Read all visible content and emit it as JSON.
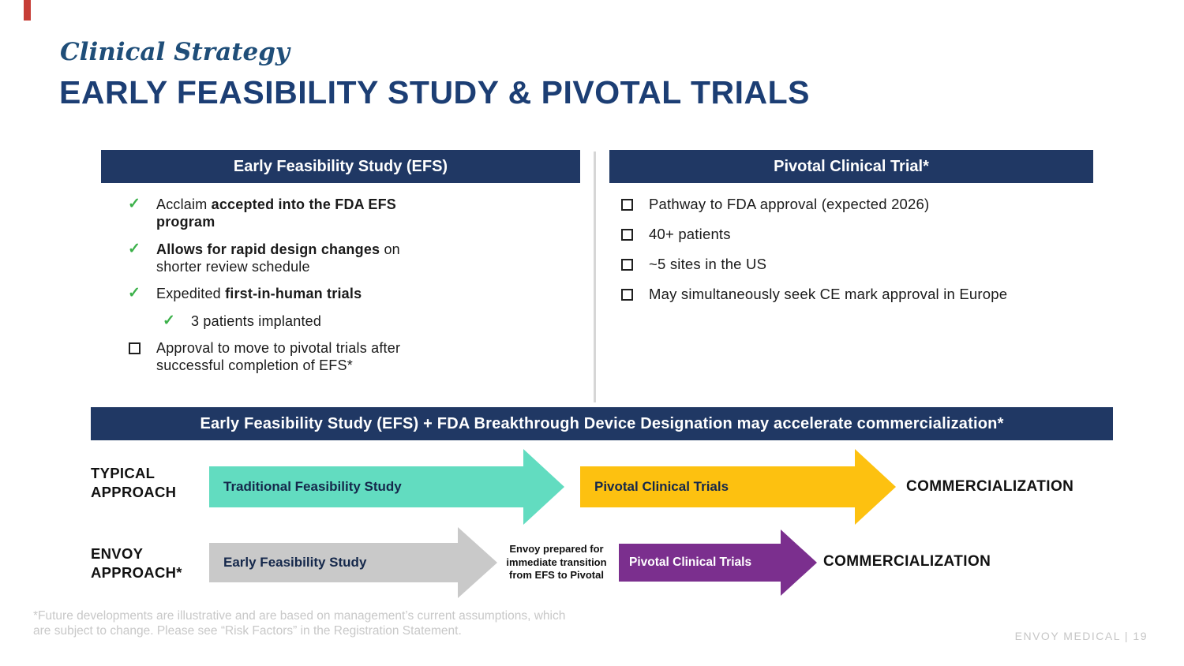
{
  "slide": {
    "kicker": "Clinical Strategy",
    "title": "EARLY FEASIBILITY STUDY & PIVOTAL TRIALS",
    "disclaimer": "*Future developments are illustrative and are based on management’s current assumptions, which are subject to change. Please see “Risk Factors” in the Registration Statement.",
    "page_label": "ENVOY MEDICAL | 19"
  },
  "icons": {
    "check": "✓"
  },
  "colors": {
    "navy": "#203864",
    "title_blue": "#1c3e74",
    "kicker_blue": "#1f4e79",
    "check_green": "#3cb14a",
    "teal_arrow": "#62dcc0",
    "yellow_arrow": "#fdc110",
    "gray_arrow": "#c9c9c9",
    "purple_arrow": "#7b2f8e",
    "accent_red": "#c63d36"
  },
  "efs_panel": {
    "title": "Early Feasibility Study (EFS)",
    "items": [
      {
        "pre": "Acclaim ",
        "bold": "accepted into the FDA EFS program",
        "post": ""
      },
      {
        "pre": "",
        "bold": "Allows for rapid design changes",
        "post": " on shorter review schedule"
      },
      {
        "pre": "Expedited ",
        "bold": "first-in-human trials",
        "post": ""
      }
    ],
    "sub_item": "3 patients implanted",
    "square_item": "Approval to move to pivotal trials after successful completion of EFS*"
  },
  "pivotal_panel": {
    "title": "Pivotal Clinical Trial*",
    "items": [
      "Pathway to FDA approval (expected 2026)",
      "40+ patients",
      "~5 sites in the US",
      "May simultaneously seek CE mark approval in Europe"
    ]
  },
  "banner": "Early Feasibility Study (EFS) + FDA Breakthrough Device Designation may accelerate commercialization*",
  "diagram": {
    "typical": {
      "label": "TYPICAL\nAPPROACH",
      "arrow1": "Traditional Feasibility Study",
      "arrow2": "Pivotal Clinical Trials",
      "end": "COMMERCIALIZATION"
    },
    "envoy": {
      "label": "ENVOY\nAPPROACH*",
      "arrow1": "Early Feasibility Study",
      "note": "Envoy prepared for immediate transition from EFS to Pivotal",
      "arrow2": "Pivotal Clinical Trials",
      "end": "COMMERCIALIZATION"
    }
  }
}
